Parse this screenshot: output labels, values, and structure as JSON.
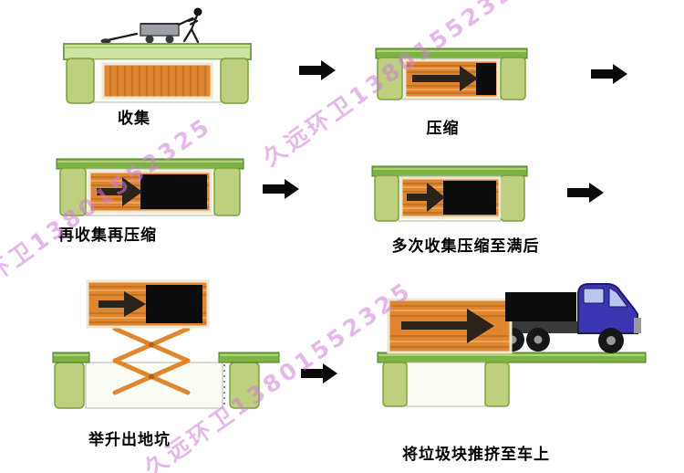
{
  "watermark": {
    "text": "久远环卫13801552325",
    "color": "#cf7fd6"
  },
  "steps": [
    {
      "id": "collect",
      "label": "收集"
    },
    {
      "id": "compress",
      "label": "压缩"
    },
    {
      "id": "recompress",
      "label": "再收集再压缩"
    },
    {
      "id": "full",
      "label": "多次收集压缩至满后"
    },
    {
      "id": "lift",
      "label": "举升出地坑"
    },
    {
      "id": "load",
      "label": "将垃圾块推挤至车上"
    }
  ],
  "icons": {
    "flow-arrow-icon": "right-arrow",
    "press-arrow-icon": "right-arrow",
    "person-with-cart-icon": "person-pushing-cart",
    "waste-container-icon": "compactor-container",
    "compressed-waste-icon": "black-waste-block",
    "pit-icon": "underground-pit",
    "scissor-lift-icon": "scissor-lift",
    "truck-icon": "flatbed-truck"
  },
  "colors": {
    "ground_green": "#7cb342",
    "ground_dark": "#4c7a27",
    "ground_light": "#cde3a1",
    "ground_highlight": "#aed077",
    "wall_green": "#becf7e",
    "wall_stroke": "#7aa23e",
    "pit_fill": "#fbfdf4",
    "pit_stroke": "#b3b8ab",
    "container_orange": "#e0862f",
    "container_orange_dark": "#aa6318",
    "container_orange_light": "#f5c084",
    "container_edge": "#efe7d3",
    "waste_black": "#0d0d0d",
    "press_arrow": "#2b221a",
    "flow_arrow": "#0a0a0a",
    "truck_blue": "#3b35b2",
    "truck_blue_dark": "#1e1a66",
    "truck_window": "#b9c6ef",
    "bed_gray": "#3a3a3a",
    "wheel_black": "#161616",
    "wheel_hub": "#9a9a9a",
    "cart_gray": "#9aa0a6",
    "watermark": "#cf7fd6",
    "label": "#000000",
    "figure": "#1a1a1a"
  }
}
